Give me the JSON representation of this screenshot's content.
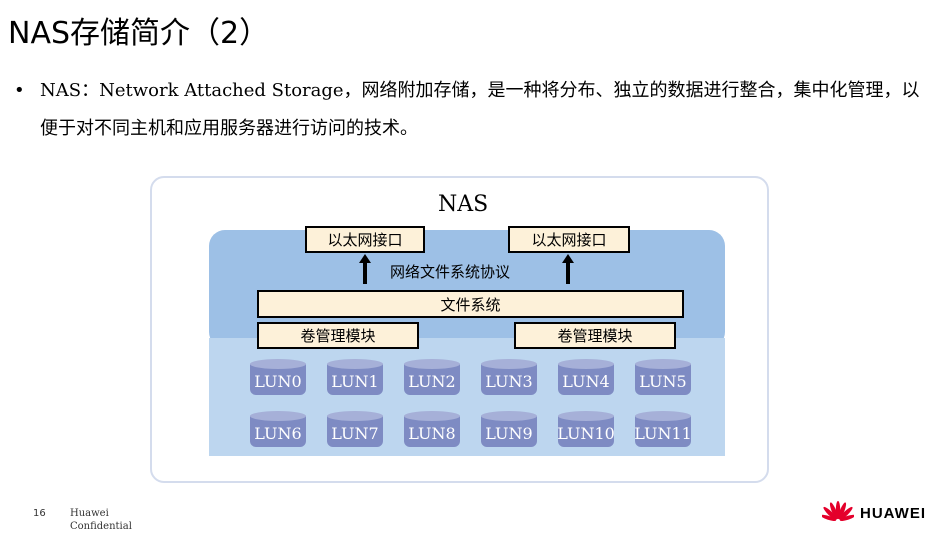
{
  "slide": {
    "title": "NAS存储简介（2）",
    "bullet_text": "NAS：Network Attached Storage，网络附加存储，是一种将分布、独立的数据进行整合，集中化管理，以便于对不同主机和应用服务器进行访问的技术。"
  },
  "diagram": {
    "label": "NAS",
    "ethernet_1": "以太网接口",
    "ethernet_2": "以太网接口",
    "protocol": "网络文件系统协议",
    "file_system": "文件系统",
    "volume_1": "卷管理模块",
    "volume_2": "卷管理模块",
    "luns": [
      "LUN0",
      "LUN1",
      "LUN2",
      "LUN3",
      "LUN4",
      "LUN5",
      "LUN6",
      "LUN7",
      "LUN8",
      "LUN9",
      "LUN10",
      "LUN11"
    ]
  },
  "footer": {
    "page_number": "16",
    "company_line1": "Huawei",
    "company_line2": "Confidential",
    "logo_text": "HUAWEI"
  },
  "colors": {
    "upper_area": "#9dc0e6",
    "lower_area": "#bdd6ef",
    "box_fill": "#fdf1d9",
    "lun_body": "#7e8bc3",
    "logo_red": "#e4002b"
  }
}
